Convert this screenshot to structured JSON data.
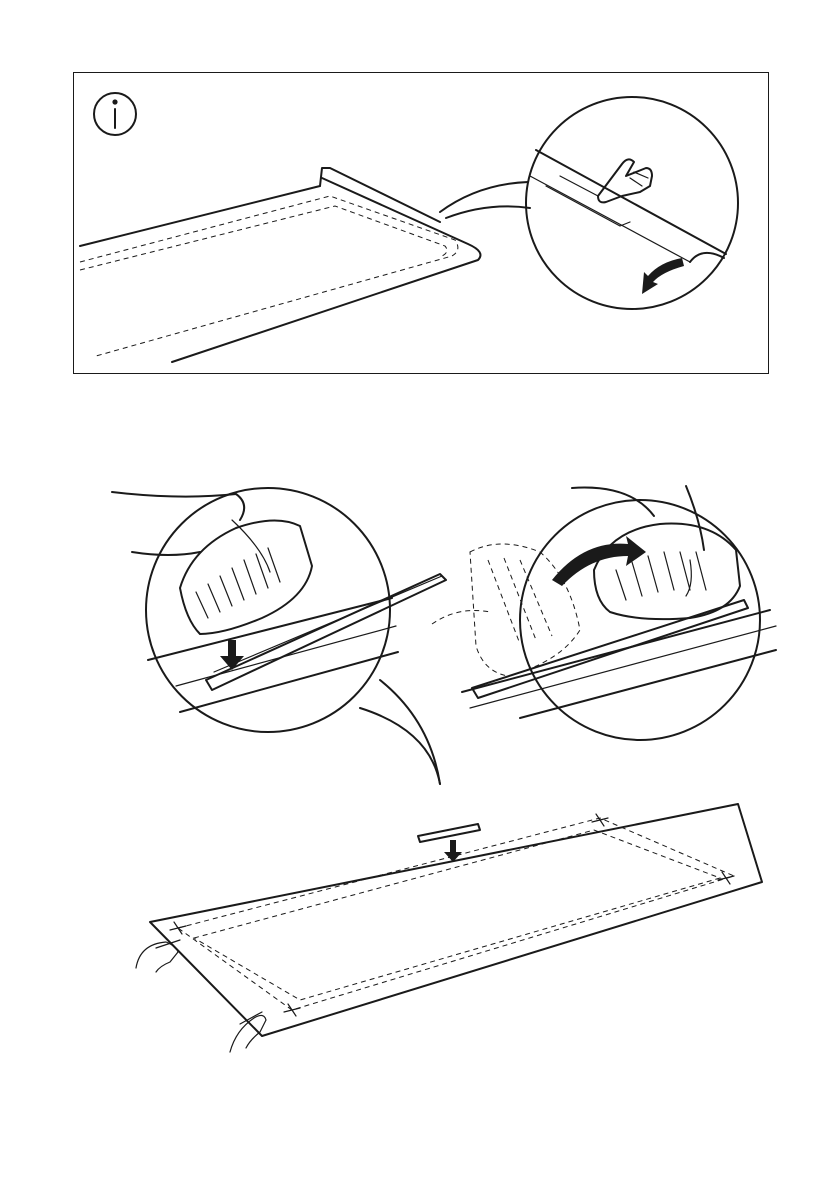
{
  "document": {
    "type": "installation-instructions-page",
    "figures": [
      {
        "id": "fig-1",
        "content": "information-panel"
      },
      {
        "id": "fig-2",
        "content": "seal-strip-installation"
      }
    ]
  },
  "icons": {
    "info": "info-circle-icon",
    "press": "pointing-hand-icon",
    "arrow": "arrow-down-icon",
    "roller": "pressure-roller-icon"
  },
  "colors": {
    "ink": "#1a1a1a",
    "paper": "#ffffff"
  }
}
